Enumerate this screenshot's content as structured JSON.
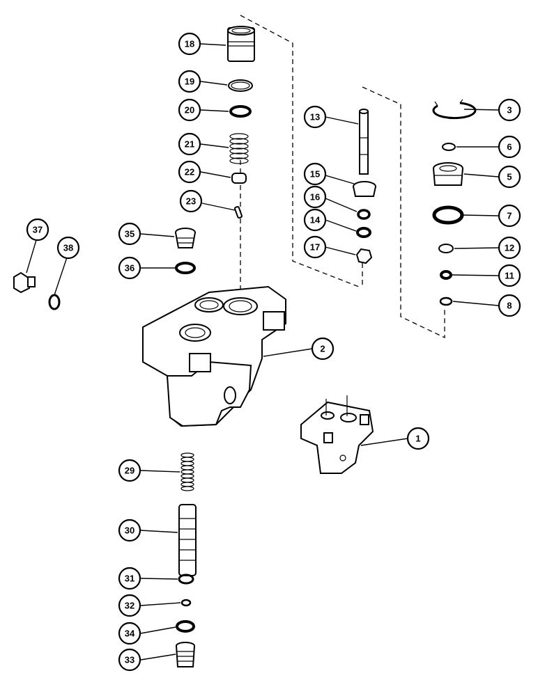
{
  "diagram": {
    "colors": {
      "ink": "#000000",
      "paper": "#ffffff"
    },
    "callouts": [
      {
        "id": "c1",
        "number": "1"
      },
      {
        "id": "c2",
        "number": "2"
      },
      {
        "id": "c3",
        "number": "3"
      },
      {
        "id": "c5",
        "number": "5"
      },
      {
        "id": "c6",
        "number": "6"
      },
      {
        "id": "c7",
        "number": "7"
      },
      {
        "id": "c8",
        "number": "8"
      },
      {
        "id": "c11",
        "number": "11"
      },
      {
        "id": "c12",
        "number": "12"
      },
      {
        "id": "c13",
        "number": "13"
      },
      {
        "id": "c14",
        "number": "14"
      },
      {
        "id": "c15",
        "number": "15"
      },
      {
        "id": "c16",
        "number": "16"
      },
      {
        "id": "c17",
        "number": "17"
      },
      {
        "id": "c18",
        "number": "18"
      },
      {
        "id": "c19",
        "number": "19"
      },
      {
        "id": "c20",
        "number": "20"
      },
      {
        "id": "c21",
        "number": "21"
      },
      {
        "id": "c22",
        "number": "22"
      },
      {
        "id": "c23",
        "number": "23"
      },
      {
        "id": "c29",
        "number": "29"
      },
      {
        "id": "c30",
        "number": "30"
      },
      {
        "id": "c31",
        "number": "31"
      },
      {
        "id": "c32",
        "number": "32"
      },
      {
        "id": "c33",
        "number": "33"
      },
      {
        "id": "c34",
        "number": "34"
      },
      {
        "id": "c35",
        "number": "35"
      },
      {
        "id": "c36",
        "number": "36"
      },
      {
        "id": "c37",
        "number": "37"
      },
      {
        "id": "c38",
        "number": "38"
      }
    ]
  }
}
